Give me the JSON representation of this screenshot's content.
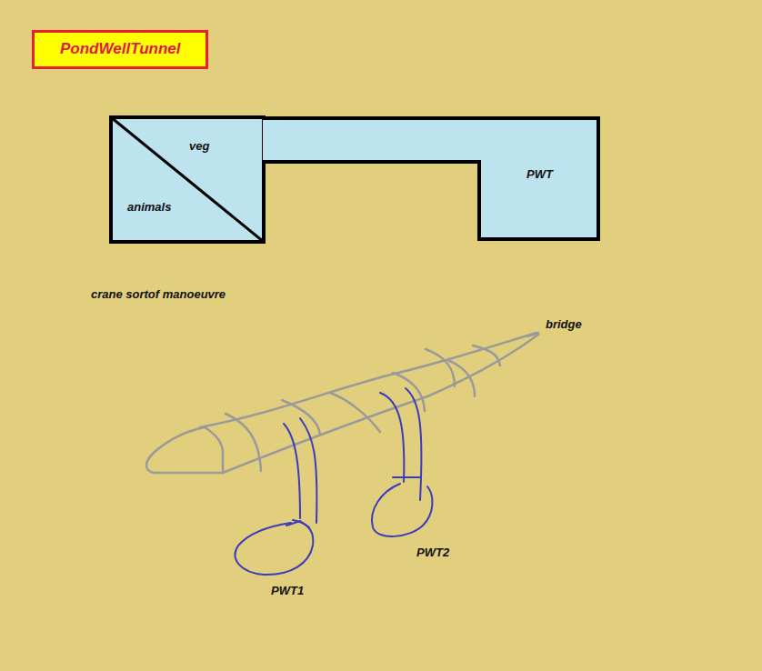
{
  "diagram": {
    "title": "PondWellTunnel",
    "nodes": [
      {
        "text": [
          "veg",
          "animals"
        ]
      },
      {
        "text": [
          "PWT"
        ]
      }
    ],
    "labels": [
      "crane sortof manoeuvre",
      "bridge",
      "PWT1",
      "PWT2"
    ]
  }
}
